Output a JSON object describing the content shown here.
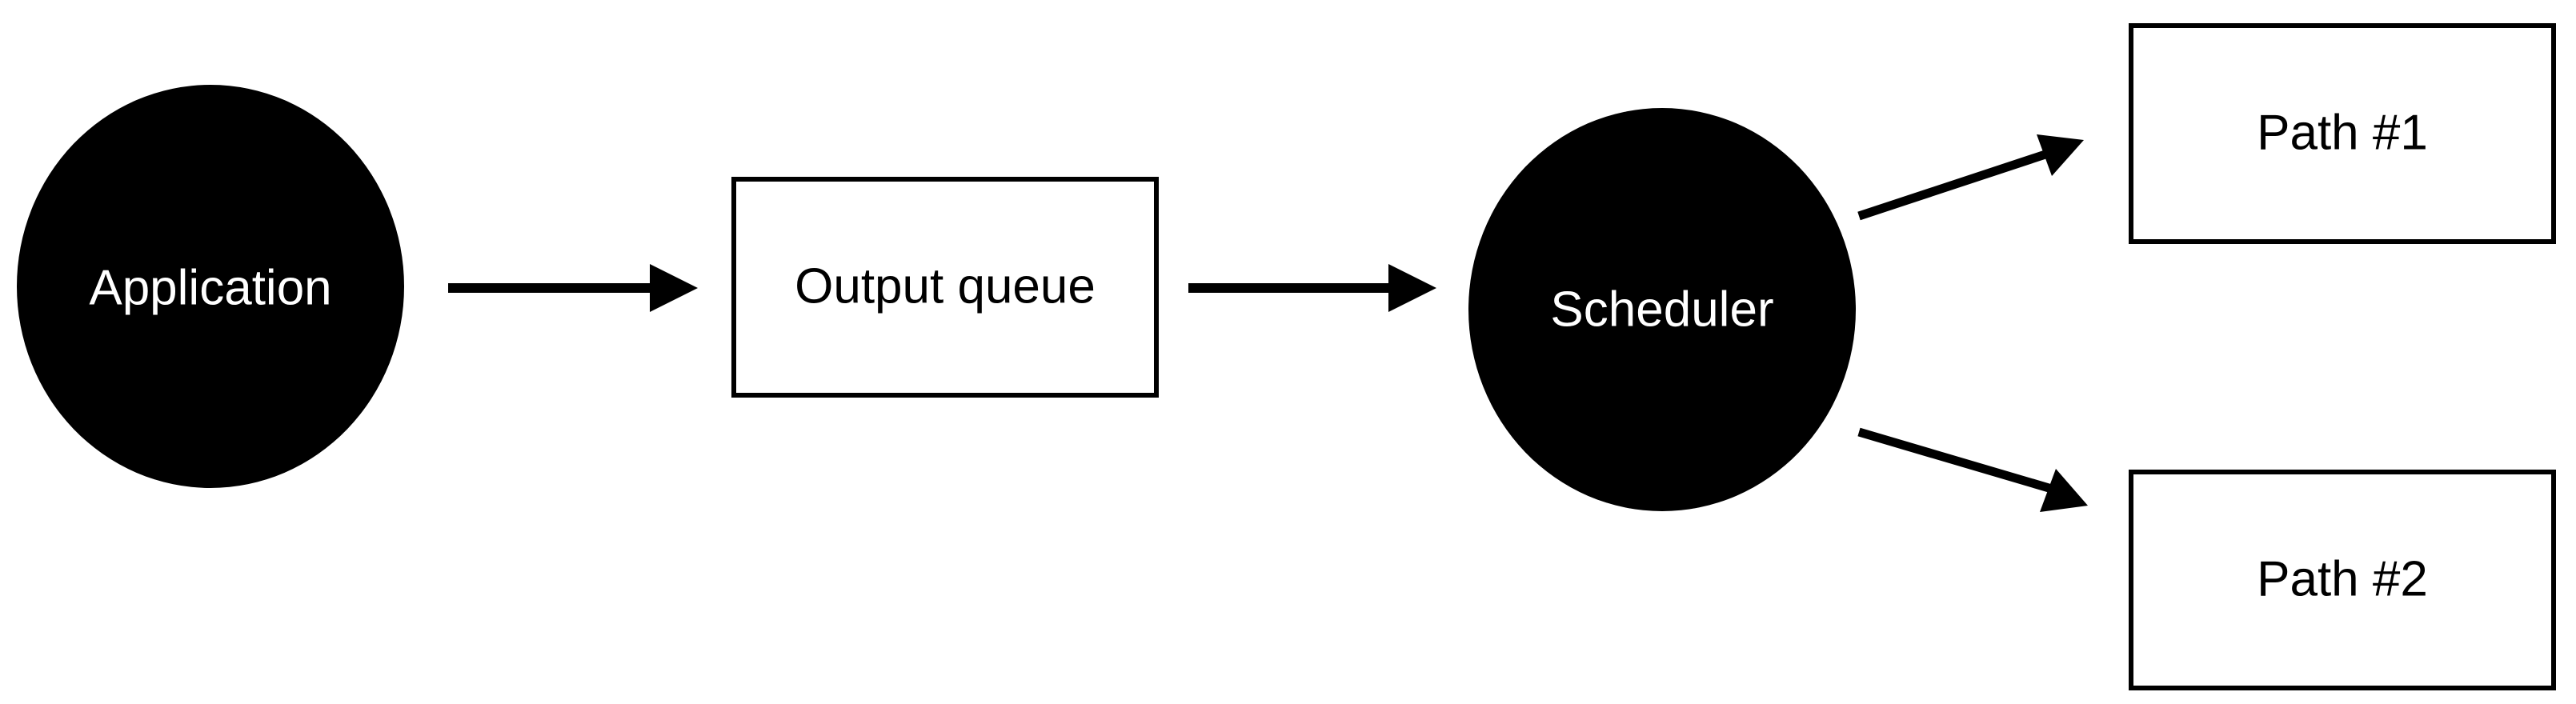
{
  "diagram": {
    "nodes": {
      "application": {
        "label": "Application",
        "shape": "circle",
        "fill": "#000000",
        "text_color": "#ffffff"
      },
      "output_queue": {
        "label": "Output queue",
        "shape": "rectangle",
        "fill": "#ffffff",
        "text_color": "#000000"
      },
      "scheduler": {
        "label": "Scheduler",
        "shape": "circle",
        "fill": "#000000",
        "text_color": "#ffffff"
      },
      "path1": {
        "label": "Path #1",
        "shape": "rectangle",
        "fill": "#ffffff",
        "text_color": "#000000"
      },
      "path2": {
        "label": "Path #2",
        "shape": "rectangle",
        "fill": "#ffffff",
        "text_color": "#000000"
      }
    },
    "edges": [
      {
        "from": "application",
        "to": "output_queue"
      },
      {
        "from": "output_queue",
        "to": "scheduler"
      },
      {
        "from": "scheduler",
        "to": "path1"
      },
      {
        "from": "scheduler",
        "to": "path2"
      }
    ],
    "stroke_color": "#000000"
  }
}
